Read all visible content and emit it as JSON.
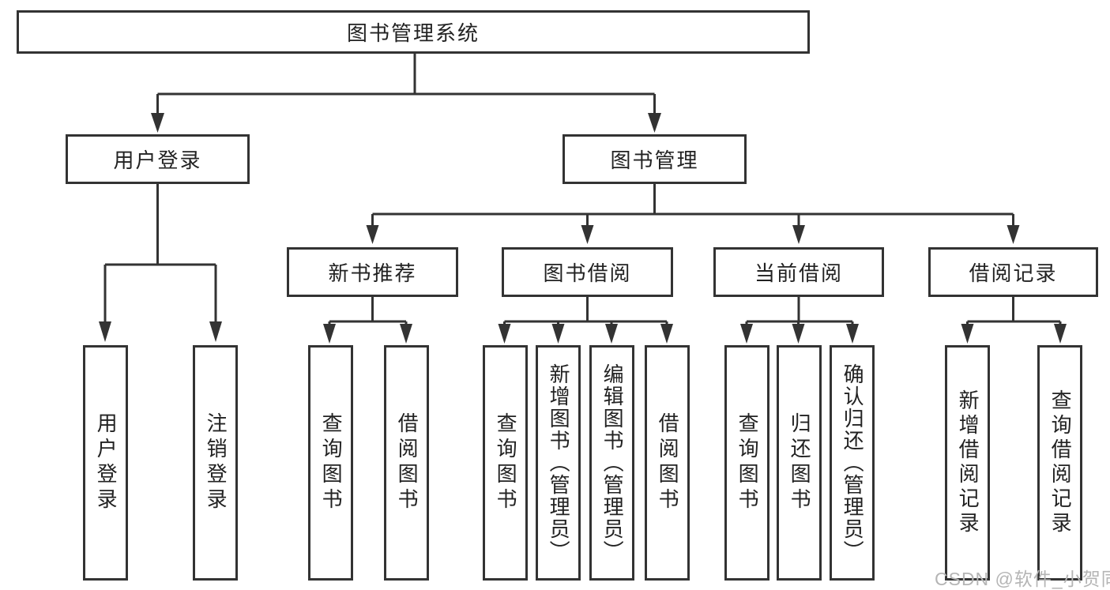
{
  "colors": {
    "line": "#333333",
    "text": "#222222",
    "watermark": "#b5b5b5",
    "background": "#ffffff"
  },
  "tree": {
    "root": "图书管理系统",
    "branches": [
      {
        "label": "用户登录",
        "children": [
          {
            "label": "用户登录"
          },
          {
            "label": "注销登录"
          }
        ]
      },
      {
        "label": "图书管理",
        "children": [
          {
            "label": "新书推荐",
            "children": [
              {
                "label": "查询图书"
              },
              {
                "label": "借阅图书"
              }
            ]
          },
          {
            "label": "图书借阅",
            "children": [
              {
                "label": "查询图书"
              },
              {
                "label": "新增图书（管理员）"
              },
              {
                "label": "编辑图书（管理员）"
              },
              {
                "label": "借阅图书"
              }
            ]
          },
          {
            "label": "当前借阅",
            "children": [
              {
                "label": "查询图书"
              },
              {
                "label": "归还图书"
              },
              {
                "label": "确认归还（管理员）"
              }
            ]
          },
          {
            "label": "借阅记录",
            "children": [
              {
                "label": "新增借阅记录"
              },
              {
                "label": "查询借阅记录"
              }
            ]
          }
        ]
      }
    ]
  },
  "watermark": {
    "text": "CSDN @软件_小贺同学"
  }
}
